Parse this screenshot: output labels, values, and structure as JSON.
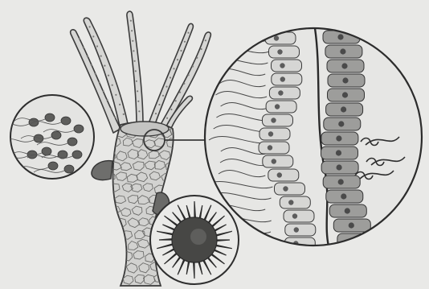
{
  "figure": {
    "kind": "biology-illustration",
    "subject": "hydra",
    "style": "grayscale pencil engraving",
    "colors": {
      "paper": "#e9e9e7",
      "ink": "#3a3a3a",
      "body_fill": "#d2d2d0",
      "cell_light": "#d6d6d4",
      "cell_dark": "#9d9d9b",
      "nucleus": "#5c5c5c"
    },
    "parts": [
      "tentacles",
      "body-column",
      "basal-disc",
      "bud",
      "eggs-magnified",
      "spermary-magnified",
      "body-wall-magnified"
    ]
  }
}
